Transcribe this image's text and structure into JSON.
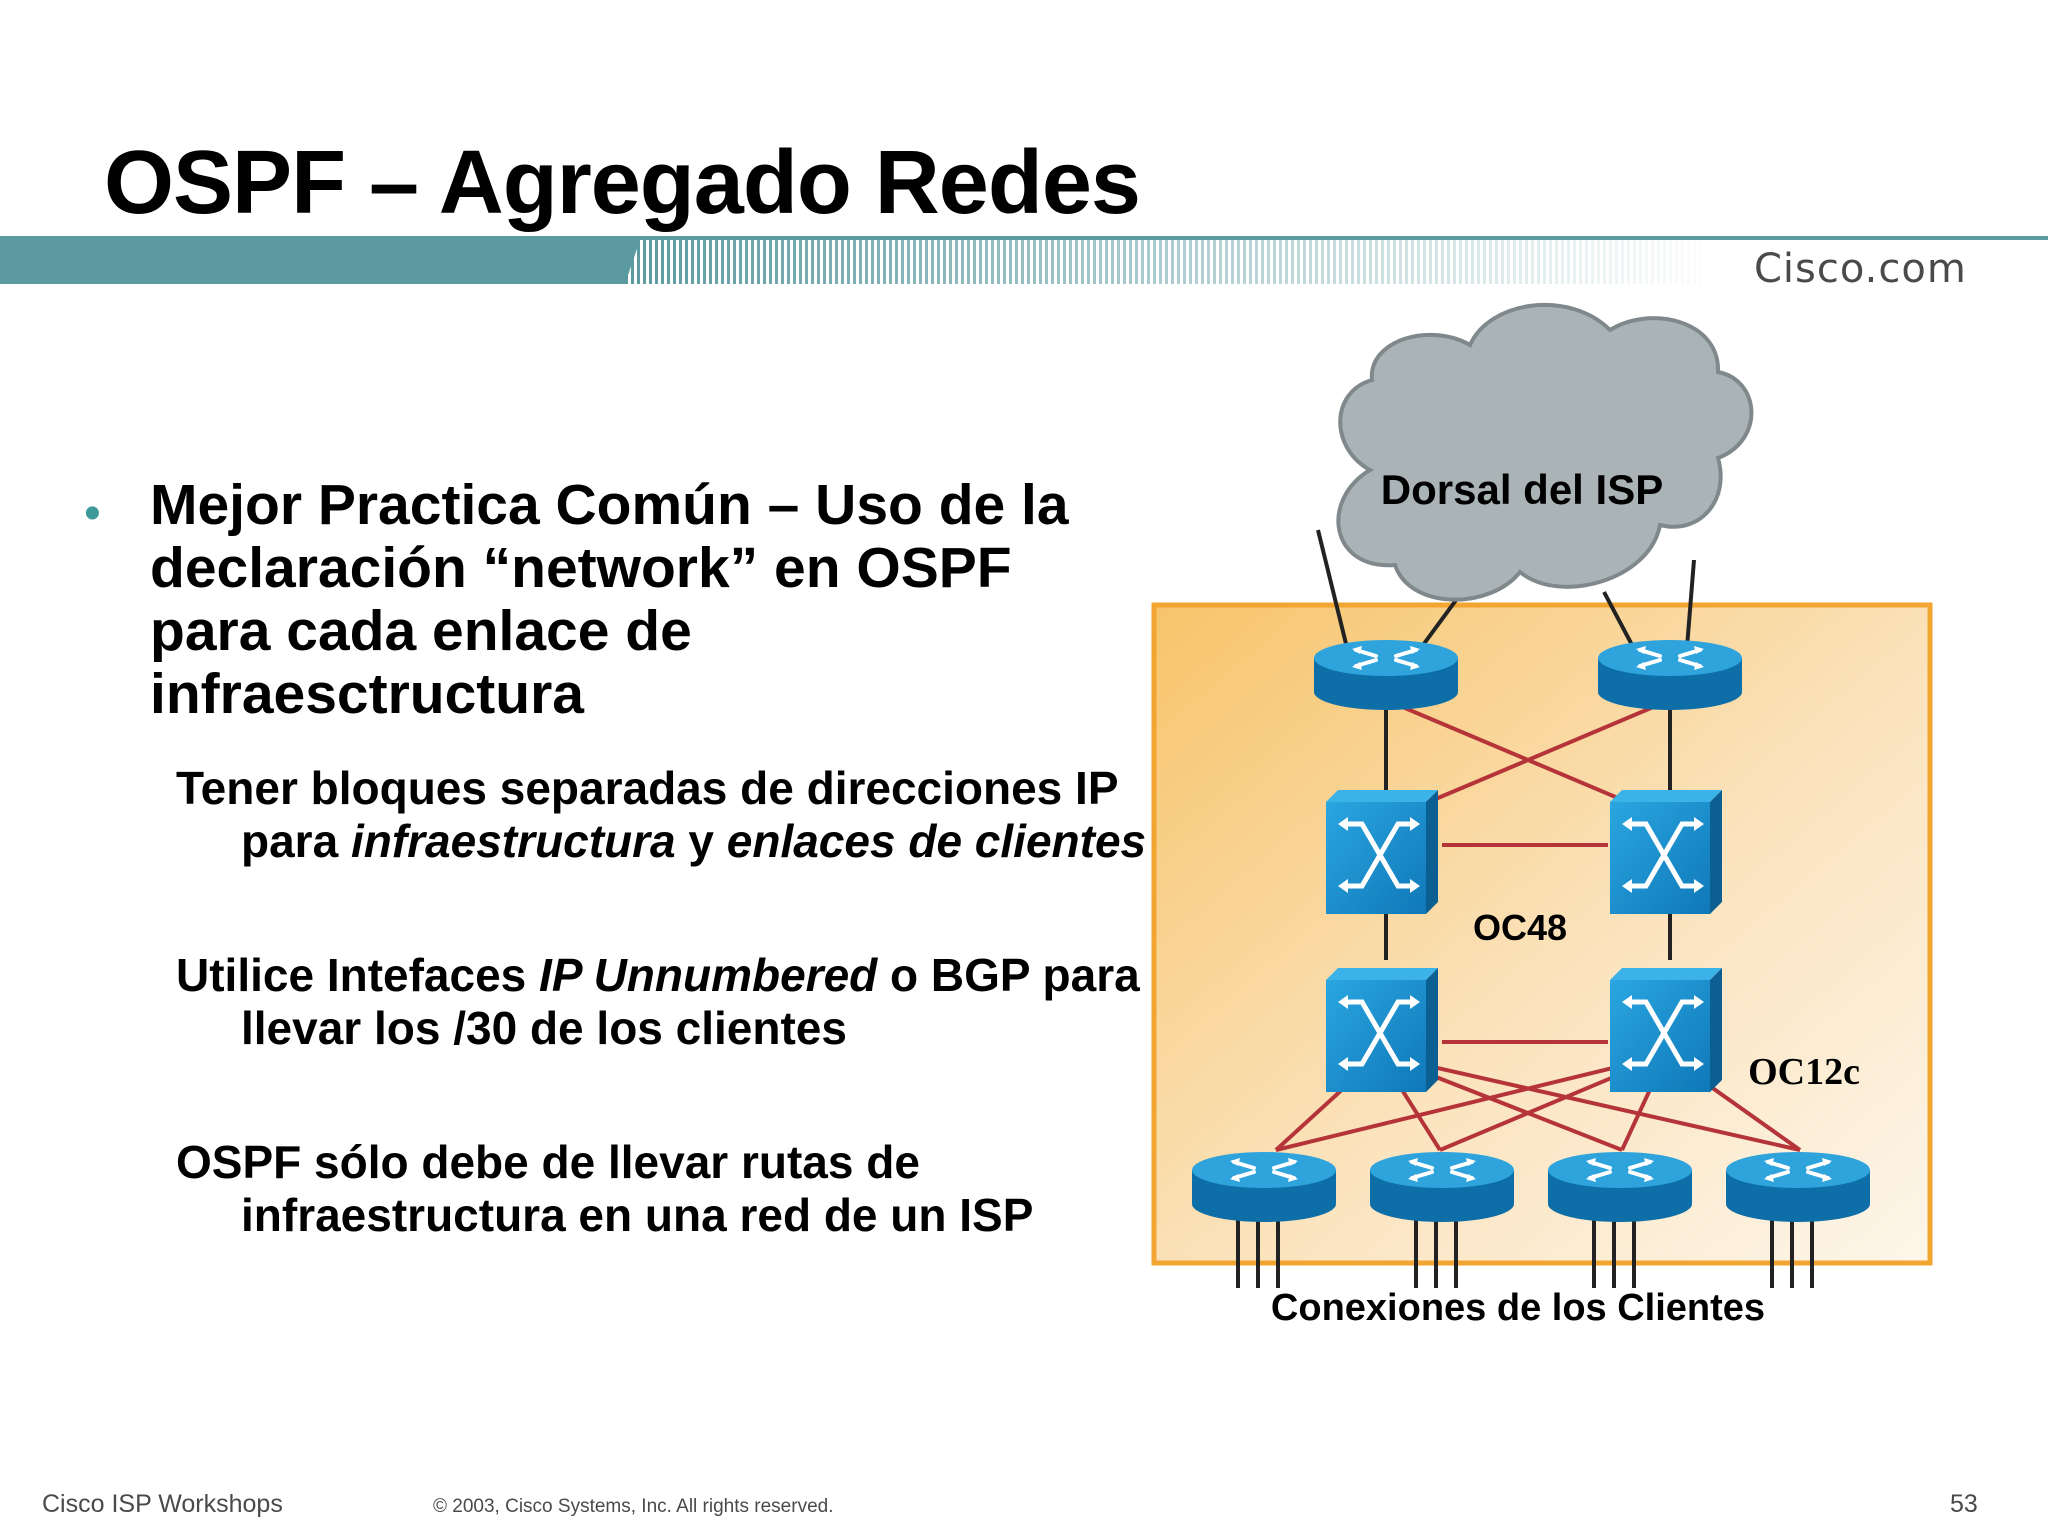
{
  "slide": {
    "title": "OSPF – Agregado Redes",
    "brand": "Cisco.com",
    "page_number": "53"
  },
  "content": {
    "main_bullet": "Mejor Practica Común  – Uso de la declaración “network” en OSPF para cada enlace de infraesctructura",
    "sub1": {
      "part1": "Tener bloques separadas de direcciones IP para ",
      "part2": "infraestructura",
      "part3": " y ",
      "part4": "enlaces de clientes"
    },
    "sub2": {
      "part1": "Utilice Intefaces ",
      "part2": "IP Unnumbered",
      "part3": " o BGP para llevar los /30 de los clientes"
    },
    "sub3": "OSPF sólo debe de llevar rutas de infraestructura en una red de un ISP"
  },
  "diagram": {
    "cloud_label": "Dorsal del ISP",
    "oc48_label": "OC48",
    "oc12c_label": "OC12c",
    "customers_label": "Conexiones de los Clientes",
    "colors": {
      "device_blue": "#1f8fcf",
      "link_red": "#b5343a",
      "box_orange": "#f6b23f",
      "cloud_gray": "#aab3b5"
    }
  },
  "footer": {
    "left": "Cisco ISP Workshops",
    "copyright": "© 2003, Cisco Systems, Inc. All rights reserved."
  }
}
